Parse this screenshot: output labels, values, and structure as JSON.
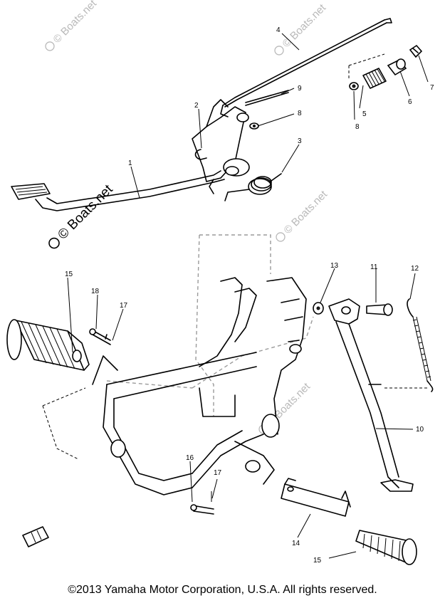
{
  "callouts": [
    {
      "id": "c1",
      "label": "1"
    },
    {
      "id": "c2",
      "label": "2"
    },
    {
      "id": "c3",
      "label": "3"
    },
    {
      "id": "c4",
      "label": "4"
    },
    {
      "id": "c5",
      "label": "5"
    },
    {
      "id": "c6",
      "label": "6"
    },
    {
      "id": "c7",
      "label": "7"
    },
    {
      "id": "c8a",
      "label": "8"
    },
    {
      "id": "c8b",
      "label": "8"
    },
    {
      "id": "c9",
      "label": "9"
    },
    {
      "id": "c10",
      "label": "10"
    },
    {
      "id": "c11",
      "label": "11"
    },
    {
      "id": "c12",
      "label": "12"
    },
    {
      "id": "c13",
      "label": "13"
    },
    {
      "id": "c14",
      "label": "14"
    },
    {
      "id": "c15a",
      "label": "15"
    },
    {
      "id": "c15b",
      "label": "15"
    },
    {
      "id": "c16",
      "label": "16"
    },
    {
      "id": "c17a",
      "label": "17"
    },
    {
      "id": "c17b",
      "label": "17"
    },
    {
      "id": "c18",
      "label": "18"
    }
  ],
  "watermark": "© Boats.net",
  "copyright": "©2013 Yamaha Motor Corporation, U.S.A. All rights reserved."
}
